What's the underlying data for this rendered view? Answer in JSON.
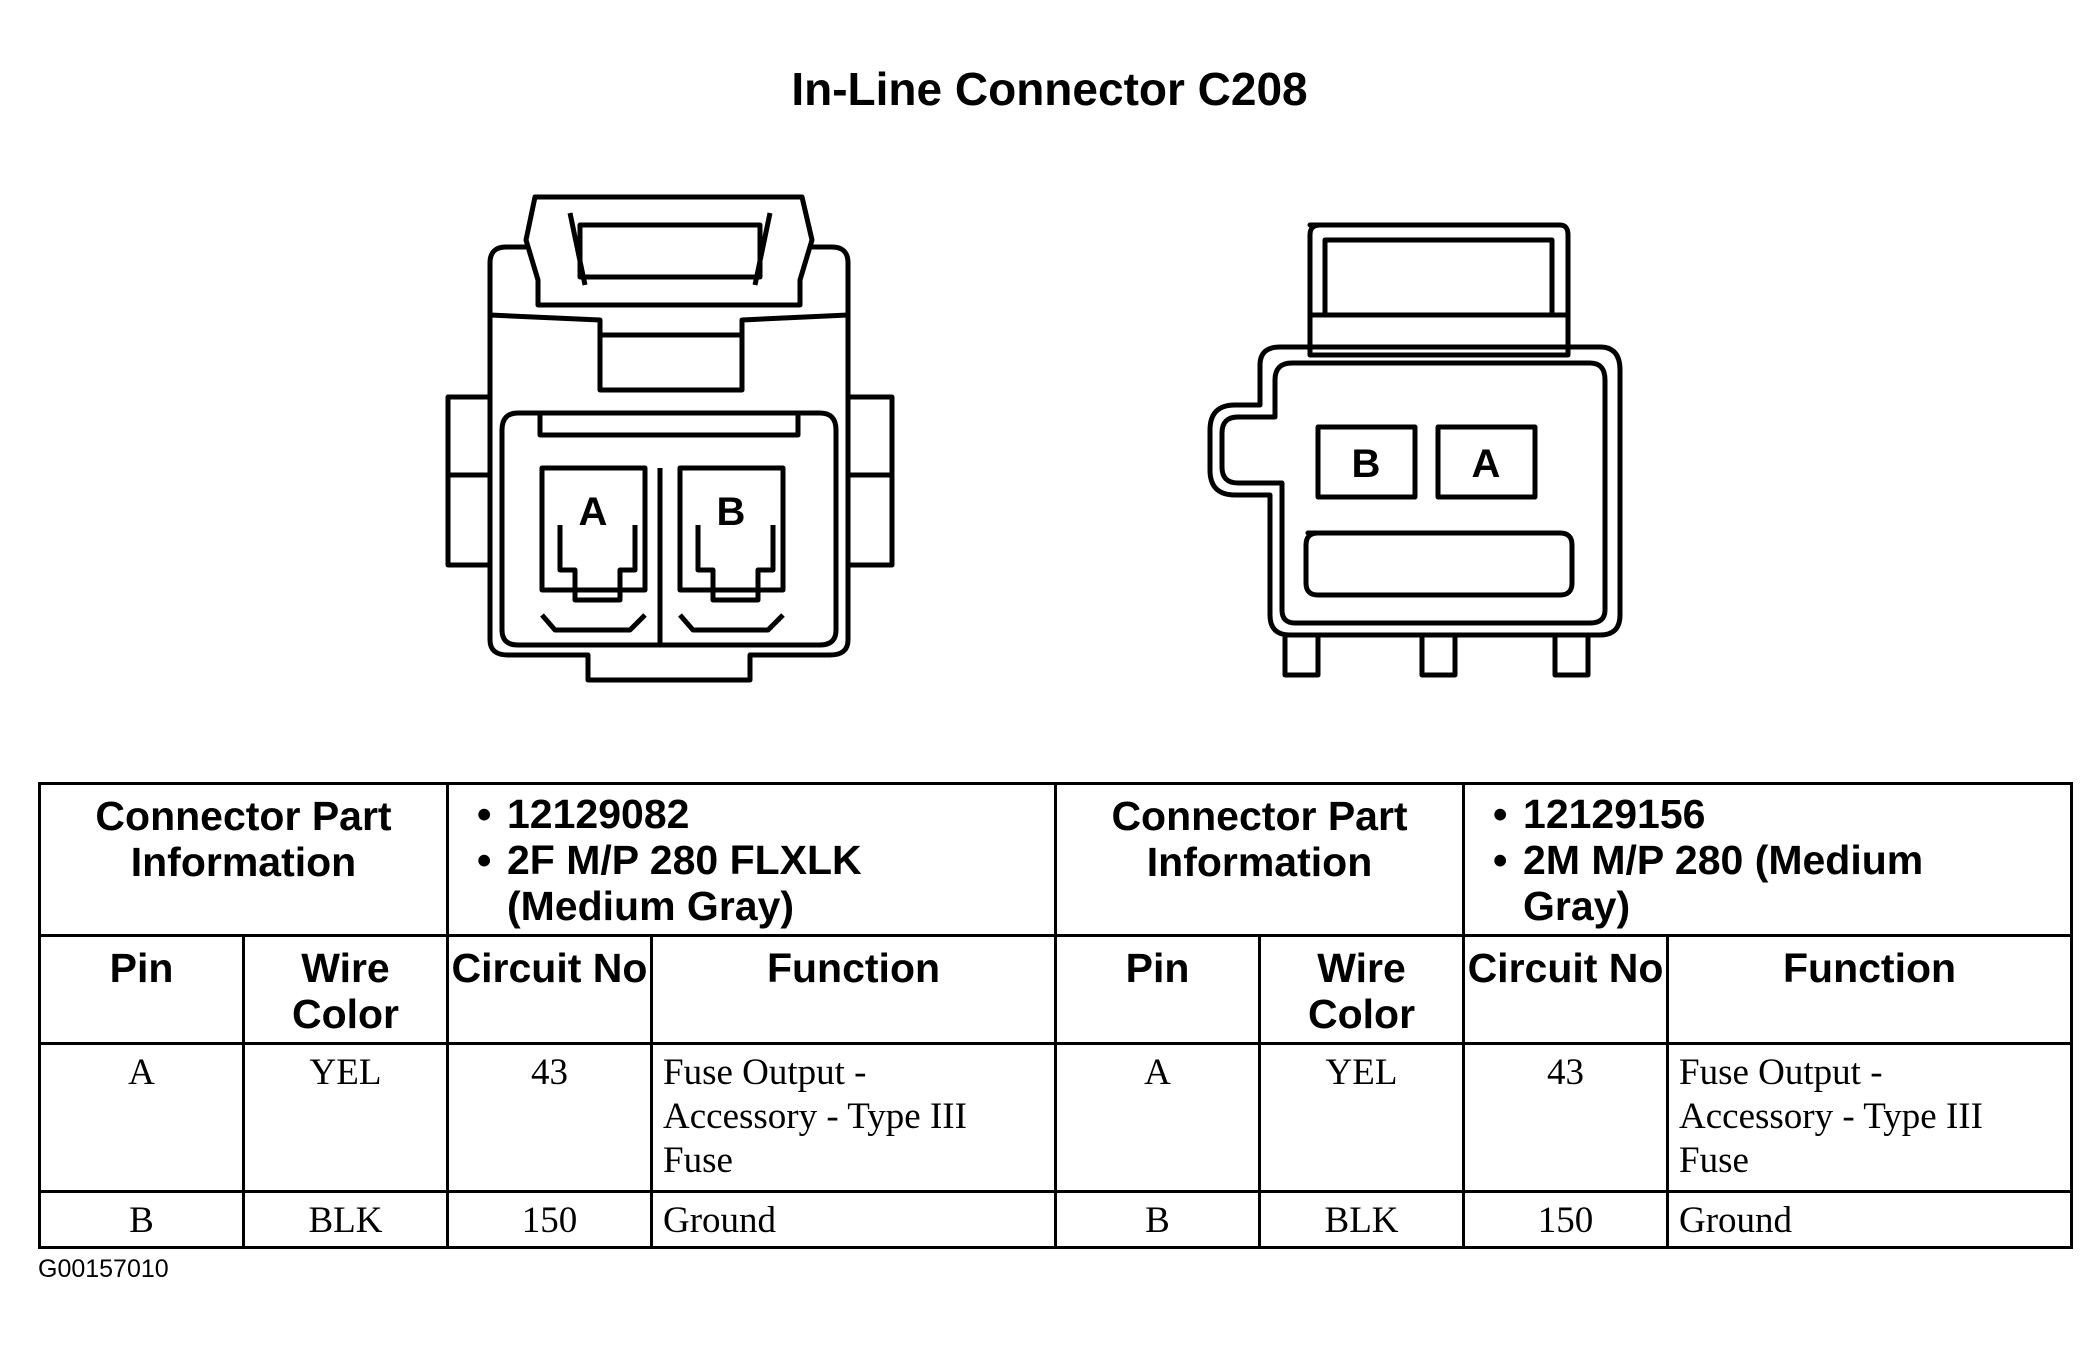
{
  "title": "In-Line Connector C208",
  "left_connector": {
    "cavity_a": "A",
    "cavity_b": "B",
    "header": "Connector Part Information",
    "part_lines": [
      "12129082",
      "2F M/P 280 FLXLK",
      "(Medium Gray)"
    ],
    "columns": [
      "Pin",
      "Wire Color",
      "Circuit No",
      "Function"
    ],
    "rows": [
      {
        "pin": "A",
        "wire_color": "YEL",
        "circuit": "43",
        "function": [
          "Fuse Output -",
          "Accessory - Type III",
          "Fuse"
        ]
      },
      {
        "pin": "B",
        "wire_color": "BLK",
        "circuit": "150",
        "function": [
          "Ground"
        ]
      }
    ]
  },
  "right_connector": {
    "cavity_b": "B",
    "cavity_a": "A",
    "header": "Connector Part Information",
    "part_lines": [
      "12129156",
      "2M M/P 280 (Medium",
      "Gray)"
    ],
    "columns": [
      "Pin",
      "Wire Color",
      "Circuit No",
      "Function"
    ],
    "rows": [
      {
        "pin": "A",
        "wire_color": "YEL",
        "circuit": "43",
        "function": [
          "Fuse Output -",
          "Accessory - Type III",
          "Fuse"
        ]
      },
      {
        "pin": "B",
        "wire_color": "BLK",
        "circuit": "150",
        "function": [
          "Ground"
        ]
      }
    ]
  },
  "image_code": "G00157010"
}
